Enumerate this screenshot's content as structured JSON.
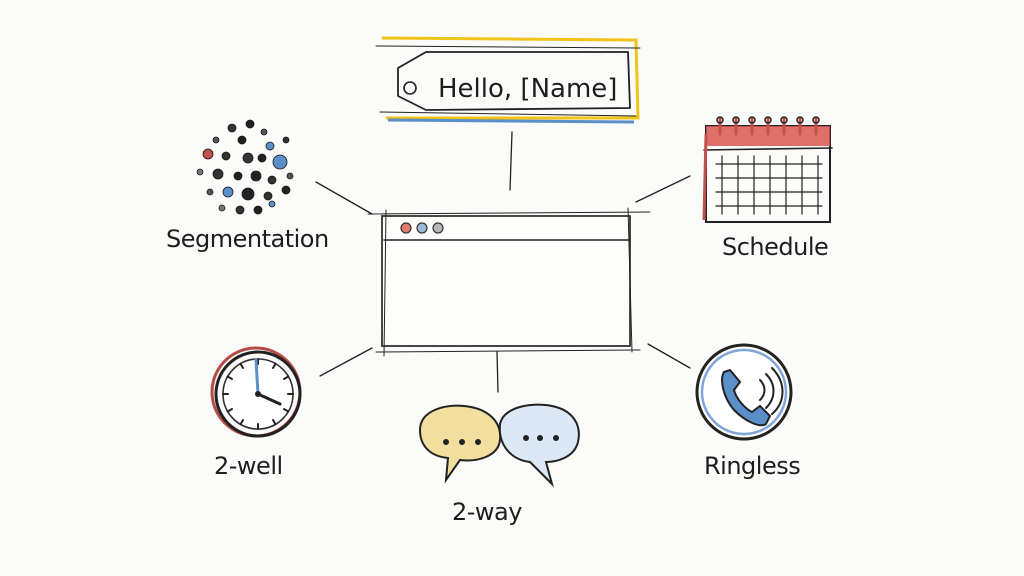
{
  "tag": {
    "text": "Hello, [Name]"
  },
  "nodes": {
    "segmentation": {
      "label": "Segmentation",
      "icon": "dot-cluster-icon"
    },
    "schedule": {
      "label": "Schedule",
      "icon": "calendar-icon"
    },
    "two_well": {
      "label": "2-well",
      "icon": "clock-icon"
    },
    "two_way": {
      "label": "2-way",
      "icon": "chat-bubbles-icon"
    },
    "ringless": {
      "label": "Ringless",
      "icon": "phone-icon"
    }
  },
  "center": {
    "icon": "browser-window-icon"
  },
  "colors": {
    "ink": "#222222",
    "accent_yellow": "#f0c419",
    "accent_blue": "#5b8fc9",
    "accent_red": "#c0504d",
    "accent_gold": "#e8c766"
  }
}
